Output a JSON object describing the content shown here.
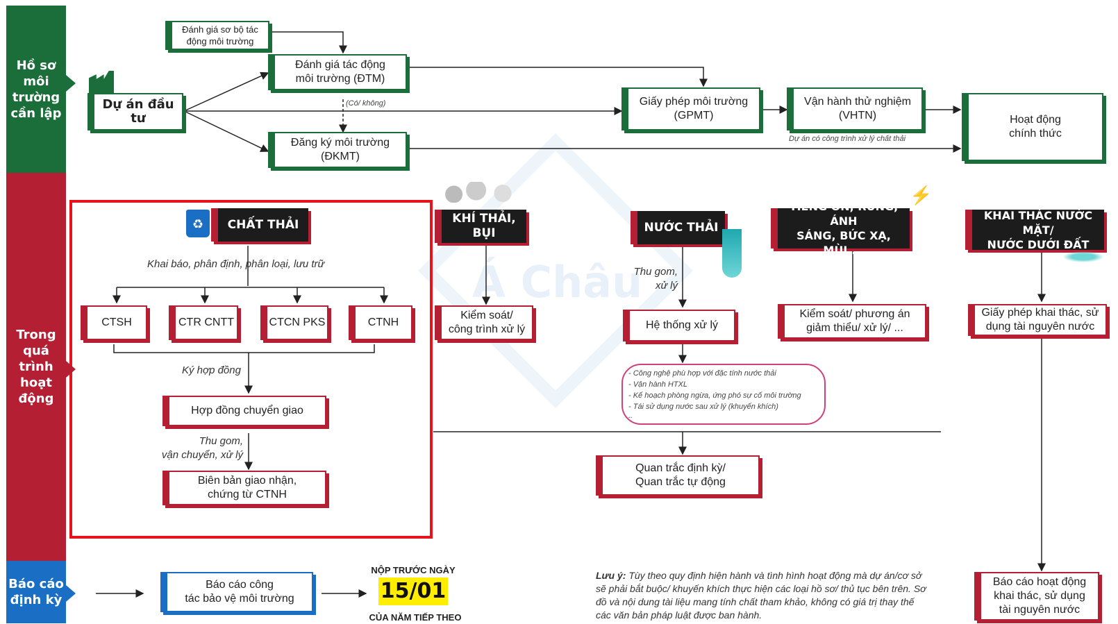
{
  "bands": {
    "top": {
      "label": "Hồ sơ\nmôi\ntrường\ncần lập",
      "color": "#1b6e3a"
    },
    "middle": {
      "label": "Trong\nquá trình\nhoạt\nđộng",
      "color": "#b51f34"
    },
    "bottom": {
      "label": "Báo cáo\nđịnh kỳ",
      "color": "#1a6fc4"
    }
  },
  "top_flow": {
    "preliminary": "Đánh giá sơ bộ tác\nđộng môi trường",
    "project": "Dự án đầu tư",
    "dtm": "Đánh giá tác động\nmôi trường (ĐTM)",
    "choice_label": "(Có/ không)",
    "dkmt": "Đăng ký môi trường\n(ĐKMT)",
    "gpmt": "Giấy phép môi trường\n(GPMT)",
    "vhtn": "Vận hành thử nghiệm\n(VHTN)",
    "vhtn_note": "Dự án có công trình xử lý chất thải",
    "official": "Hoạt động\nchính thức"
  },
  "waste": {
    "header": "CHẤT THẢI",
    "declare_label": "Khai báo, phân định, phân loại, lưu trữ",
    "types": [
      "CTSH",
      "CTR CNTT",
      "CTCN PKS",
      "CTNH"
    ],
    "contract_label": "Ký hợp đồng",
    "contract": "Hợp đồng chuyển giao",
    "collect_label": "Thu gom,\nvận chuyển, xử lý",
    "record": "Biên bản giao nhận,\nchứng từ CTNH"
  },
  "emission": {
    "header": "KHÍ THẢI, BỤI",
    "box": "Kiểm soát/\ncông trình xử lý"
  },
  "wastewater": {
    "header": "NƯỚC THẢI",
    "collect_label": "Thu gom,\nxử lý",
    "box": "Hệ thống xử lý",
    "notes": [
      "- Công nghệ phù hợp với đặc tính nước thải",
      "- Vận hành HTXL",
      "- Kế hoạch phòng ngừa, ứng phó sự cố môi trường",
      "- Tái sử dụng nước sau xử lý (khuyến khích)"
    ],
    "notes_tail": ".."
  },
  "noise": {
    "header": "TIẾNG ỒN, RUNG, ÁNH\nSÁNG, BỨC XẠ, MÙI,...",
    "box": "Kiểm soát/ phương án\ngiảm thiểu/ xử lý/ ..."
  },
  "water_use": {
    "header": "KHAI THÁC NƯỚC MẶT/\nNƯỚC DƯỚI ĐẤT",
    "box": "Giấy phép khai thác, sử\ndụng tài nguyên nước",
    "report": "Báo cáo hoạt động\nkhai thác, sử dụng\ntài nguyên nước"
  },
  "monitoring": "Quan trắc định kỳ/\nQuan trắc tự động",
  "report": {
    "box": "Báo cáo công\ntác bảo vệ môi trường",
    "deadline_top": "NỘP TRƯỚC NGÀY",
    "deadline": "15/01",
    "deadline_bottom": "CỦA NĂM TIẾP THEO"
  },
  "note": {
    "label": "Lưu ý:",
    "text": " Tùy theo quy định hiện hành và tình hình hoạt động mà dự án/cơ sở sẽ phải bắt buộc/ khuyến khích thực hiện các loại hồ sơ/ thủ tục bên trên. Sơ đồ và nội dung tài liệu mang tính chất tham khảo, không có giá trị thay thế các văn bản pháp luật được ban hành."
  },
  "watermark": "Á Châu",
  "colors": {
    "green": "#1b6e3a",
    "red": "#b51f34",
    "blue": "#1a6fc4",
    "highlight": "#e8141b",
    "deadline_bg": "#ffee00"
  }
}
